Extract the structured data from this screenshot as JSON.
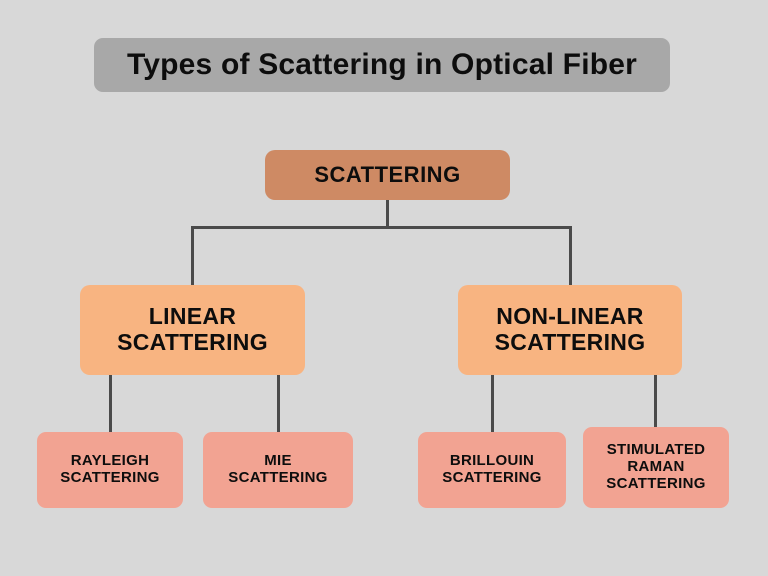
{
  "page": {
    "background_color": "#d8d8d8"
  },
  "title": {
    "text": "Types of Scattering in Optical Fiber",
    "banner_color": "#a8a8a8",
    "text_color": "#0d0d0d"
  },
  "diagram": {
    "type": "tree-hierarchy",
    "connector_color": "#4a4a4a",
    "levels": {
      "root_color": "#ce8a64",
      "mid_color": "#f8b481",
      "leaf_color": "#f2a392"
    },
    "root": {
      "label": "SCATTERING"
    },
    "branches": [
      {
        "label": "LINEAR\nSCATTERING",
        "children": [
          {
            "label": "RAYLEIGH\nSCATTERING"
          },
          {
            "label": "MIE\nSCATTERING"
          }
        ]
      },
      {
        "label": "NON-LINEAR\nSCATTERING",
        "children": [
          {
            "label": "BRILLOUIN\nSCATTERING"
          },
          {
            "label": "STIMULATED\nRAMAN\nSCATTERING"
          }
        ]
      }
    ]
  }
}
